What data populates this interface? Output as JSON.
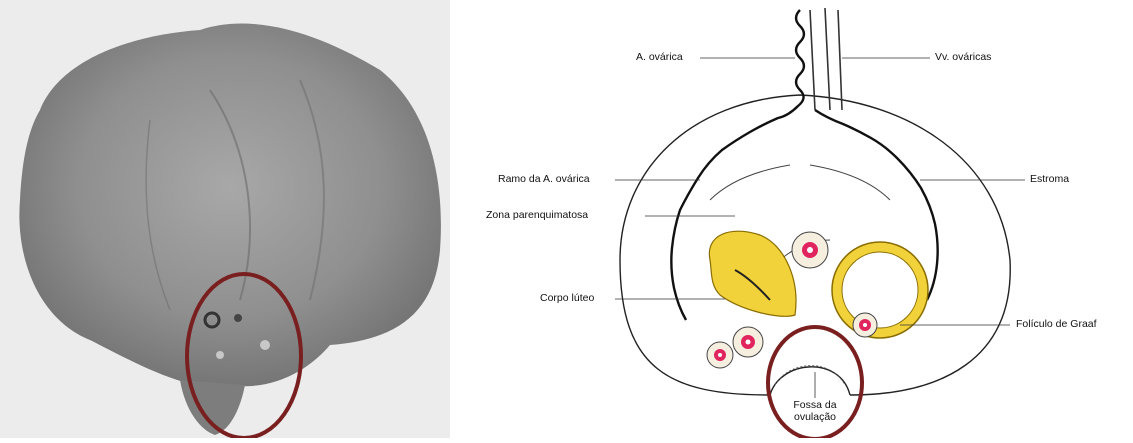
{
  "diagram": {
    "labels": {
      "ovarian_artery": "A. ovárica",
      "ovarian_veins": "Vv. ováricas",
      "artery_branch": "Ramo da A. ovárica",
      "stroma": "Estroma",
      "parenchymal_zone": "Zona parenquimatosa",
      "corpus_luteum": "Corpo lúteo",
      "graafian_follicle": "Folículo de Graaf",
      "ovulation_fossa_line1": "Fossa da",
      "ovulation_fossa_line2": "ovulação"
    }
  },
  "colors": {
    "highlight_circle": "#7a1f1f",
    "corpus_luteum_fill": "#f2d23a",
    "follicle_pink": "#e0245e",
    "photo_gray": "#8a8a8a"
  }
}
